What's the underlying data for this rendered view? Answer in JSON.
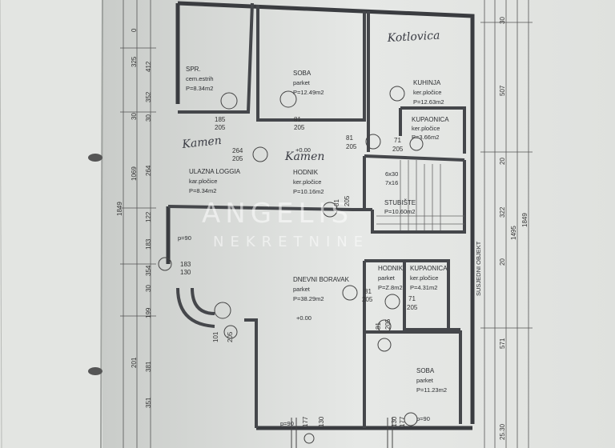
{
  "watermark": {
    "line1": "ANGELIS",
    "line2": "NEKRETNINE"
  },
  "handwritten": {
    "kotlovica": "Kotlovica",
    "kamen_1": "Kamen",
    "kamen_2": "Kamen"
  },
  "rooms": {
    "spremiste": {
      "name": "SPR.",
      "floor": "cem.estrih",
      "area": "P=8.34m2"
    },
    "soba_top": {
      "name": "SOBA",
      "floor": "parket",
      "area": "P=12.49m2"
    },
    "kuhinja": {
      "name": "KUHINJA",
      "floor": "ker.pločice",
      "area": "P=12.63m2"
    },
    "kupaonica_top": {
      "name": "KUPAONICA",
      "floor": "ker.pločice",
      "area": "P=3.66m2"
    },
    "ulazna_loggia": {
      "name": "ULAZNA LOGGIA",
      "floor": "kar.pločice",
      "area": "P=8.34m2"
    },
    "hodnik_top": {
      "name": "HODNIK",
      "floor": "ker.pločice",
      "area": "P=10.16m2"
    },
    "stubiste": {
      "name": "STUBIŠTE",
      "area": "P=10.60m2",
      "steps_1": "6x30",
      "steps_2": "7x16"
    },
    "dnevni_boravak": {
      "name": "DNEVNI BORAVAK",
      "floor": "parket",
      "area": "P=38.29m2"
    },
    "hodnik_bottom": {
      "name": "HODNIK",
      "floor": "parket",
      "area": "P=Z.8m2"
    },
    "kupaonica_bottom": {
      "name": "KUPAONICA",
      "floor": "ker.pločice",
      "area": "P=4.31m2"
    },
    "soba_bottom": {
      "name": "SOBA",
      "floor": "parket",
      "area": "P=11.23m2"
    }
  },
  "door_marks": {
    "d1": {
      "w": "185",
      "h": "205"
    },
    "d2": {
      "w": "81",
      "h": "205"
    },
    "d3": {
      "w": "81",
      "h": "205"
    },
    "d4": {
      "w": "71",
      "h": "205"
    },
    "d5": {
      "w": "264",
      "h": "205"
    },
    "d6": {
      "w": "81",
      "h": "205"
    },
    "d7": {
      "w": "183",
      "h": "130"
    },
    "d8": {
      "w": "81",
      "h": "205"
    },
    "d9": {
      "w": "71",
      "h": "205"
    },
    "d10": {
      "w": "81",
      "h": "205"
    },
    "d11": {
      "w": "101",
      "h": "205"
    },
    "d12": {
      "w": "177",
      "h": "130"
    },
    "d13": {
      "w": "177",
      "h": "130"
    }
  },
  "level_marks": {
    "top": "+0.00",
    "bottom": "+0.00"
  },
  "parapets": {
    "left": "p=90",
    "bottom_left": "p=90",
    "bottom_right": "p=90"
  },
  "neighbour_label": "SUSJEDNI OBJEKT",
  "left_dims": {
    "col_a": [
      "412",
      "352",
      "30",
      "264",
      "122",
      "183",
      "354",
      "30",
      "199",
      "381",
      "351"
    ],
    "col_b": [
      "1069",
      "1849"
    ],
    "col_c": [
      "0",
      "325",
      "30",
      "201"
    ]
  },
  "right_dims": {
    "col_a": [
      "30",
      "507",
      "20",
      "322",
      "20",
      "571",
      "25.30"
    ],
    "col_b": [
      "1495"
    ],
    "col_c": [
      "1849"
    ]
  }
}
